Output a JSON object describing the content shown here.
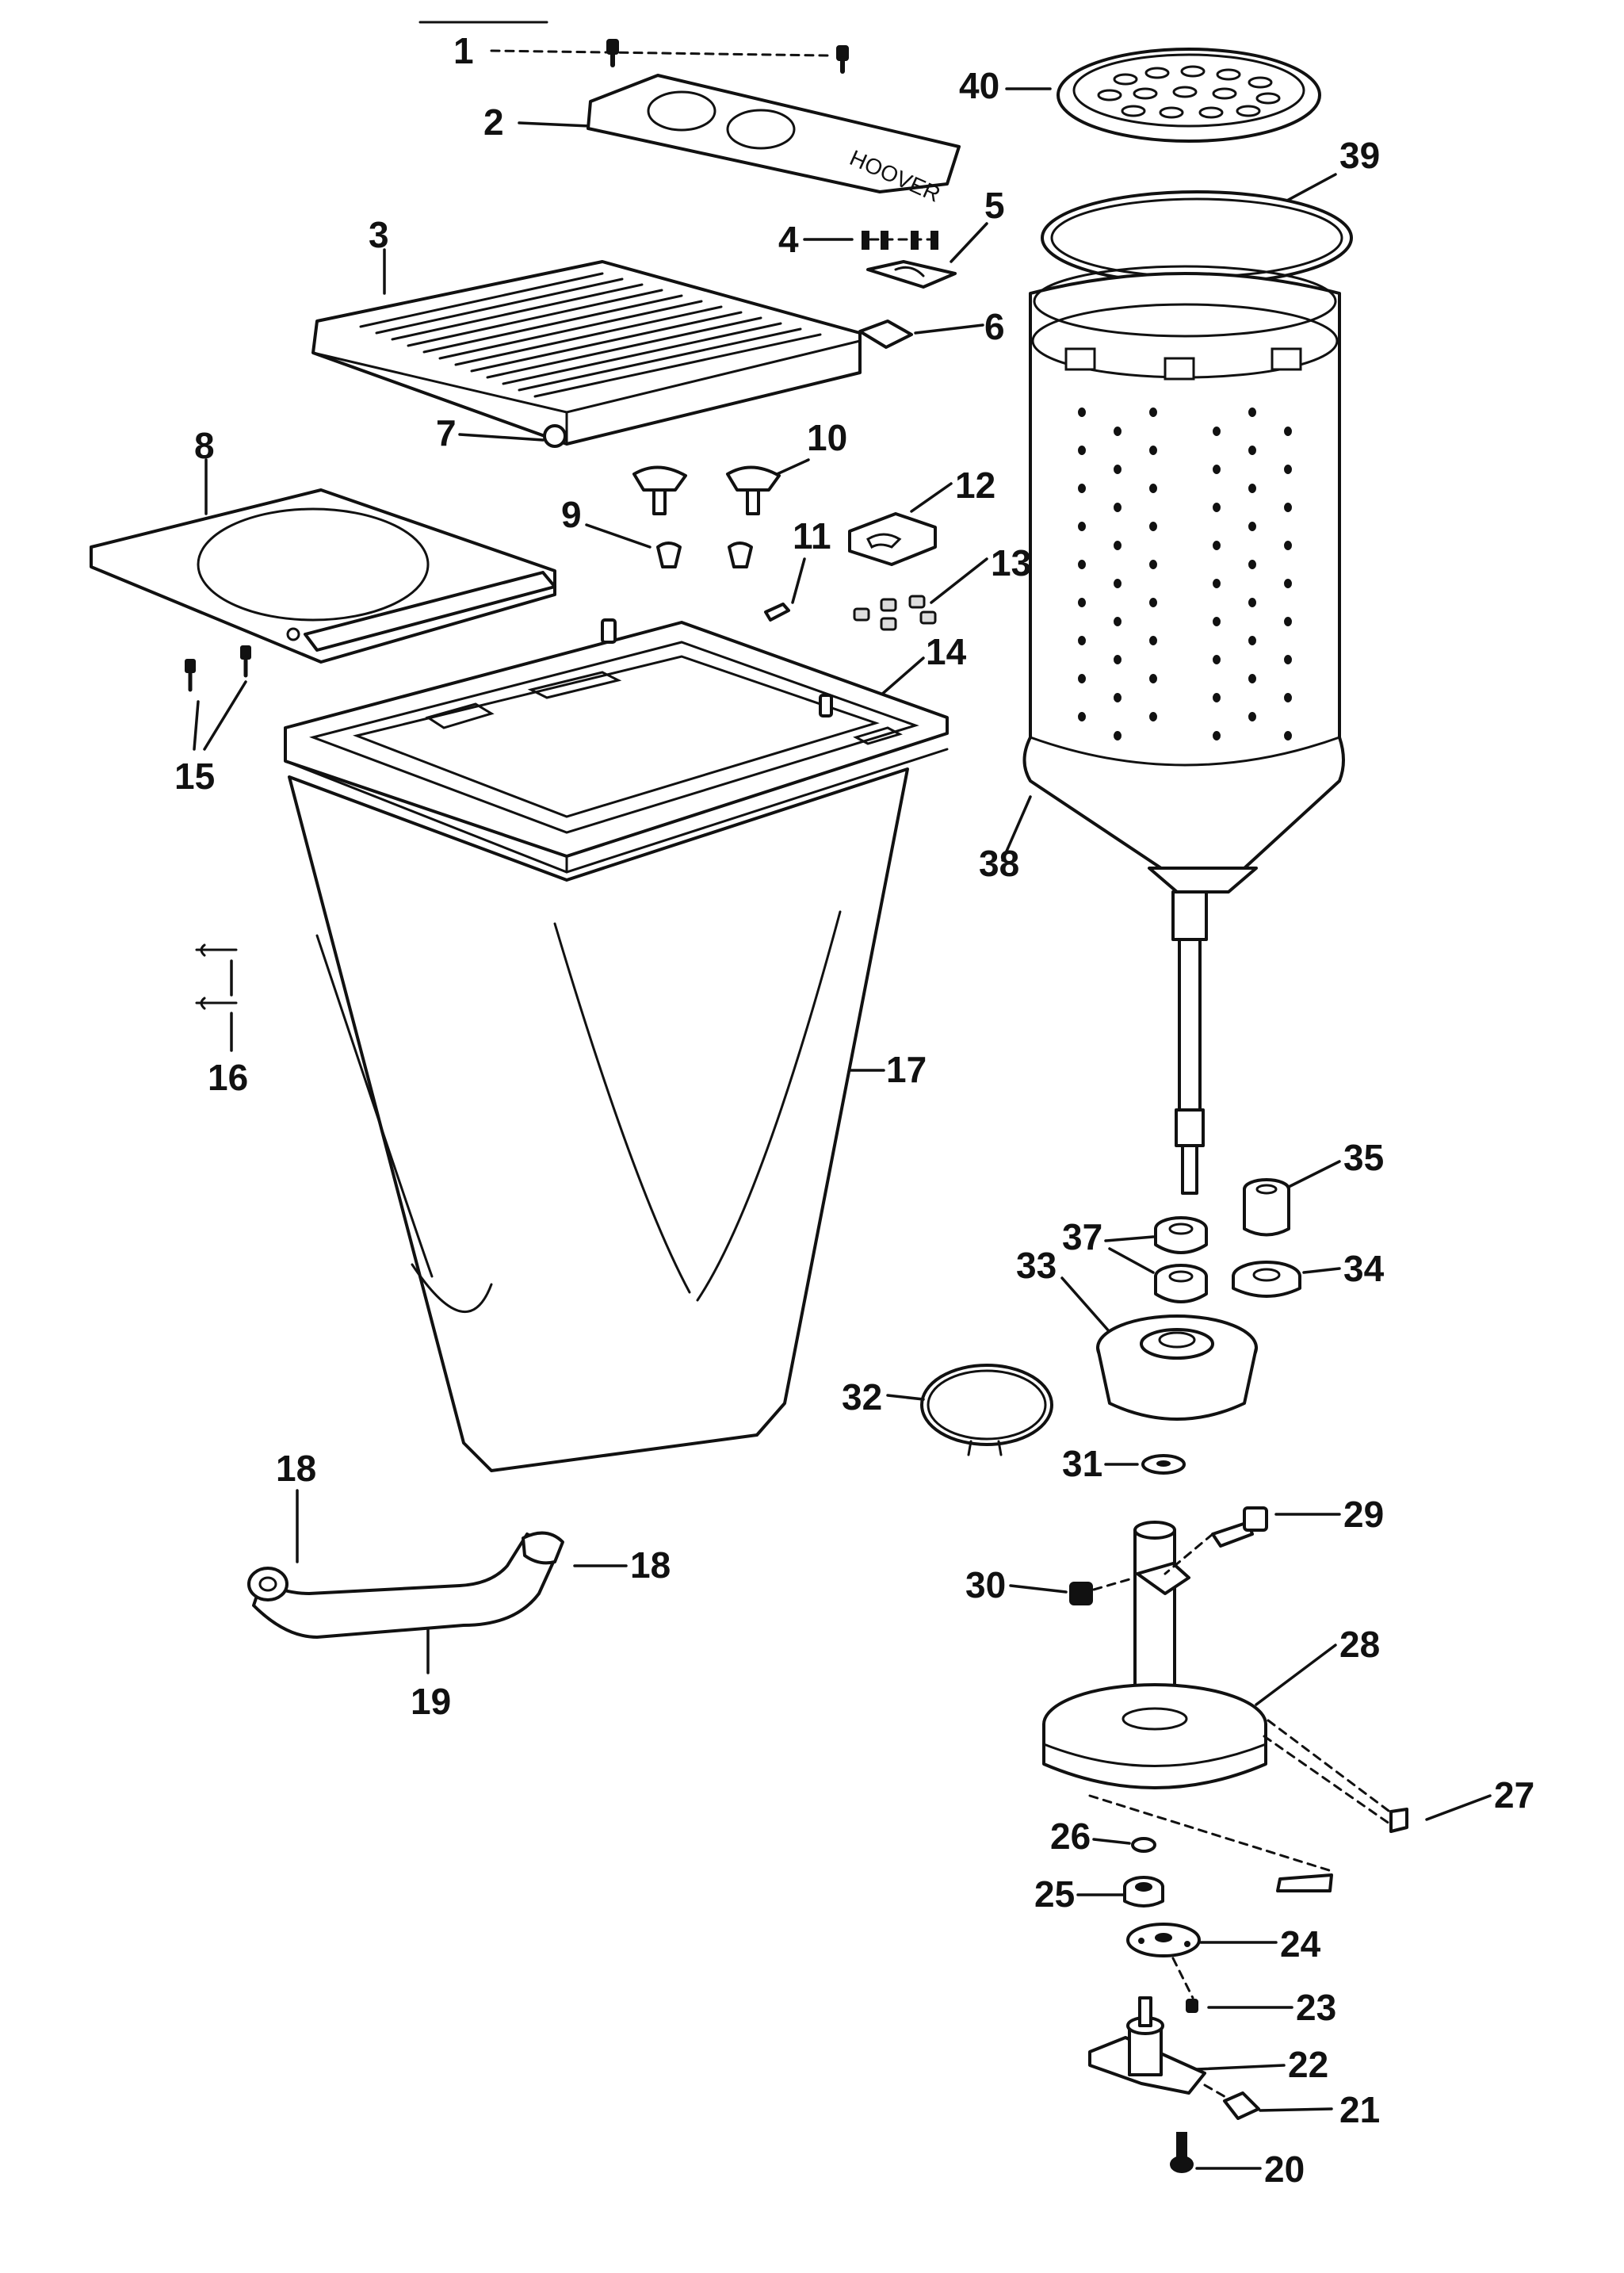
{
  "diagram": {
    "brand_text": "HOOVER",
    "callouts": [
      "1",
      "2",
      "3",
      "4",
      "5",
      "6",
      "7",
      "8",
      "9",
      "10",
      "11",
      "12",
      "13",
      "14",
      "15",
      "16",
      "17",
      "18",
      "18",
      "19",
      "20",
      "21",
      "22",
      "23",
      "24",
      "25",
      "26",
      "27",
      "28",
      "29",
      "30",
      "31",
      "32",
      "33",
      "34",
      "35",
      "37",
      "38",
      "39",
      "40"
    ]
  }
}
